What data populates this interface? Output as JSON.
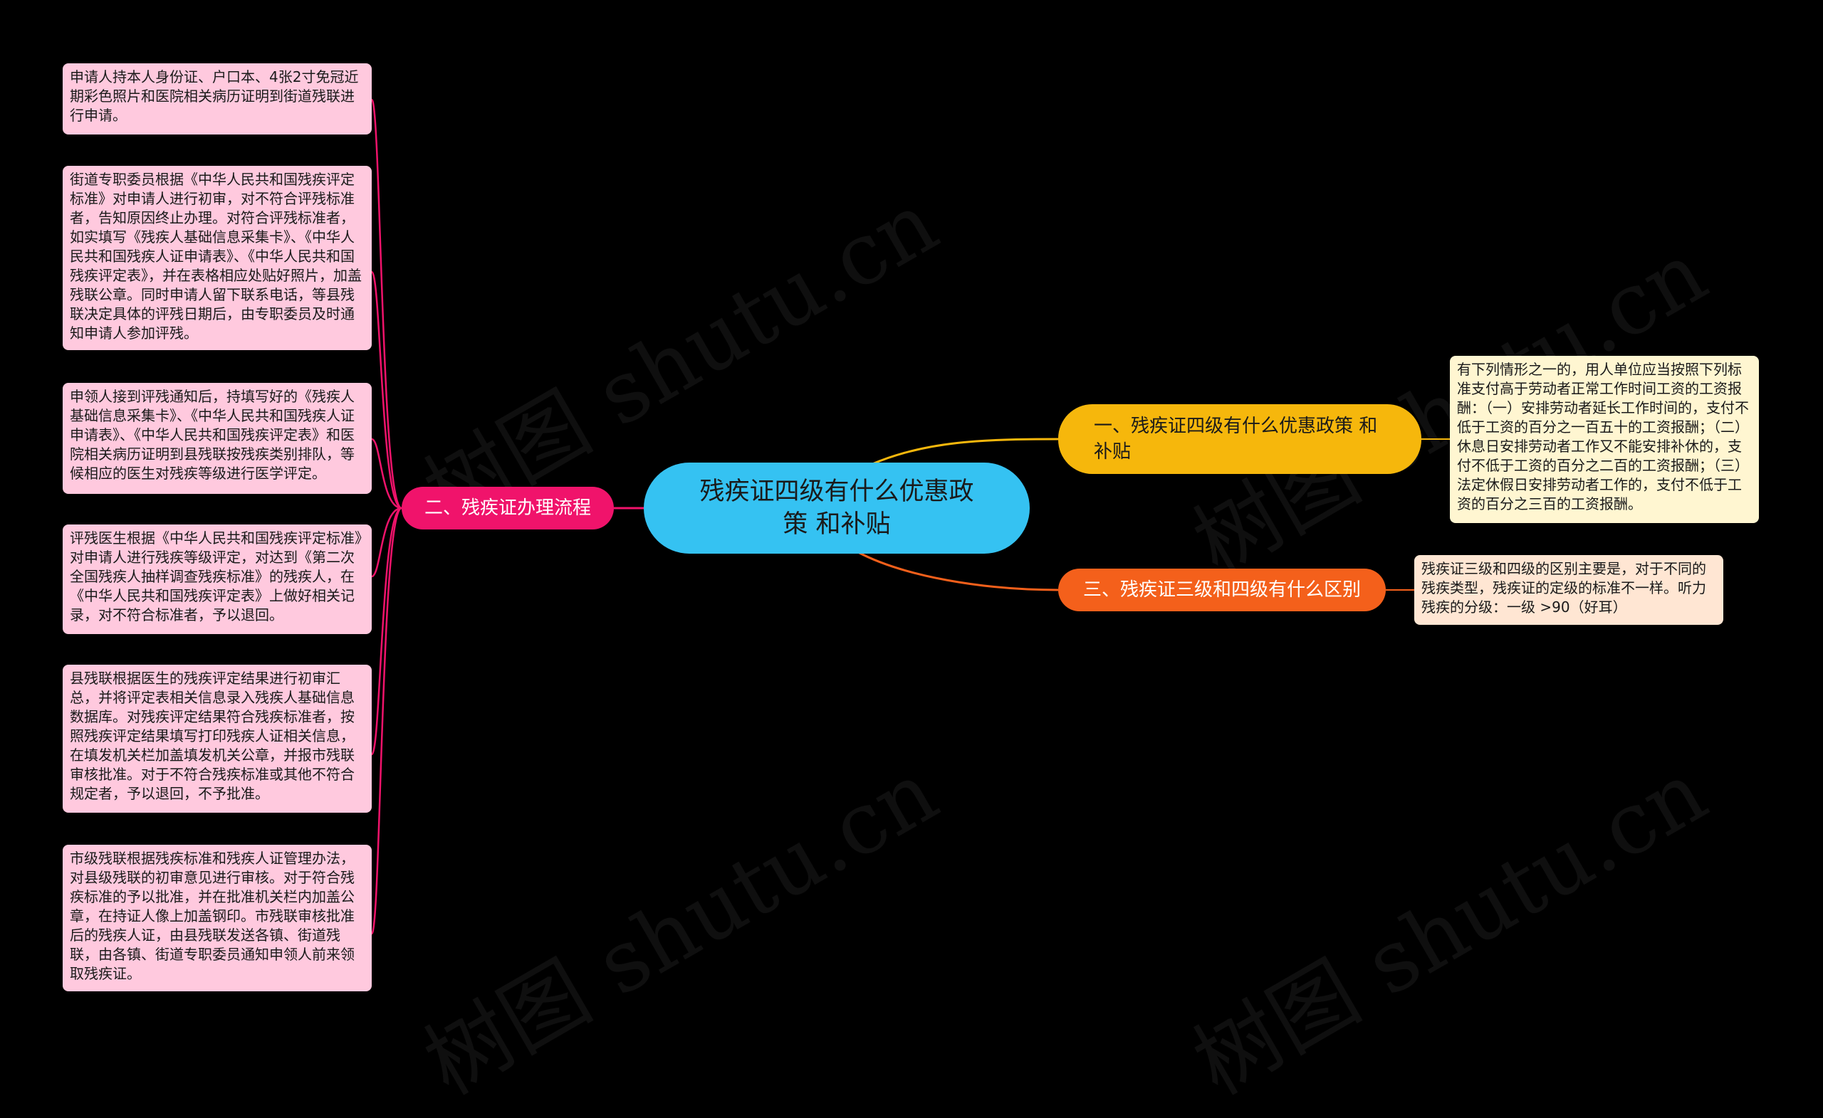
{
  "colors": {
    "background": "#000000",
    "root": "#35c2f2",
    "branch_1": "#f6b70c",
    "branch_2": "#f4601b",
    "branch_3": "#f0136b",
    "leaf_pink": "#ffc9de",
    "leaf_cream": "#fff6d1",
    "leaf_peach": "#ffe6d3"
  },
  "watermark": "树图 shutu.cn",
  "root": {
    "label": "残疾证四级有什么优惠政策 和补贴"
  },
  "branches": [
    {
      "label": "一、残疾证四级有什么优惠政策 和补贴",
      "children": [
        "有下列情形之一的，用人单位应当按照下列标准支付高于劳动者正常工作时间工资的工资报酬：（一）安排劳动者延长工作时间的，支付不低于工资的百分之一百五十的工资报酬；（二）休息日安排劳动者工作又不能安排补休的，支付不低于工资的百分之二百的工资报酬；（三）法定休假日安排劳动者工作的，支付不低于工资的百分之三百的工资报酬。"
      ]
    },
    {
      "label": "三、残疾证三级和四级有什么区别",
      "children": [
        "残疾证三级和四级的区别主要是，对于不同的残疾类型，残疾证的定级的标准不一样。听力残疾的分级：一级 >90（好耳）"
      ]
    },
    {
      "label": "二、残疾证办理流程",
      "children": [
        "申请人持本人身份证、户口本、4张2寸免冠近期彩色照片和医院相关病历证明到街道残联进行申请。",
        "街道专职委员根据《中华人民共和国残疾评定标准》对申请人进行初审，对不符合评残标准者，告知原因终止办理。对符合评残标准者，如实填写《残疾人基础信息采集卡》、《中华人民共和国残疾人证申请表》、《中华人民共和国残疾评定表》，并在表格相应处贴好照片，加盖残联公章。同时申请人留下联系电话，等县残联决定具体的评残日期后，由专职委员及时通知申请人参加评残。",
        "申领人接到评残通知后，持填写好的《残疾人基础信息采集卡》、《中华人民共和国残疾人证申请表》、《中华人民共和国残疾评定表》和医院相关病历证明到县残联按残疾类别排队，等候相应的医生对残疾等级进行医学评定。",
        "评残医生根据《中华人民共和国残疾评定标准》对申请人进行残疾等级评定，对达到《第二次全国残疾人抽样调查残疾标准》的残疾人，在《中华人民共和国残疾评定表》上做好相关记录，对不符合标准者，予以退回。",
        "县残联根据医生的残疾评定结果进行初审汇总，并将评定表相关信息录入残疾人基础信息数据库。对残疾评定结果符合残疾标准者，按照残疾评定结果填写打印残疾人证相关信息，在填发机关栏加盖填发机关公章，并报市残联审核批准。对于不符合残疾标准或其他不符合规定者，予以退回，不予批准。",
        "市级残联根据残疾标准和残疾人证管理办法，对县级残联的初审意见进行审核。对于符合残疾标准的予以批准，并在批准机关栏内加盖公章，在持证人像上加盖钢印。市残联审核批准后的残疾人证，由县残联发送各镇、街道残联，由各镇、街道专职委员通知申领人前来领取残疾证。"
      ]
    }
  ]
}
